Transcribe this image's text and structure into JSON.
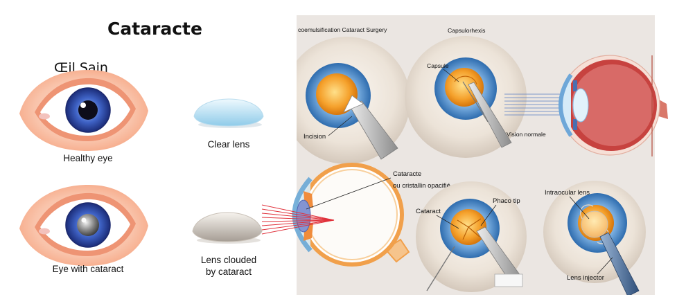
{
  "title": "Cataracte",
  "left": {
    "healthy_heading": "Œil Sain",
    "healthy_eye_caption": "Healthy eye",
    "clear_lens_caption": "Clear lens",
    "cataract_eye_caption": "Eye with cataract",
    "clouded_lens_caption": [
      "Lens clouded",
      "by cataract"
    ]
  },
  "surgery_panel": {
    "phaco": {
      "title": "coemulsification Cataract Surgery",
      "incision_label": "Incision"
    },
    "capsulorhexis": {
      "title": "Capsulorhexis",
      "capsule_label": "Capsule"
    },
    "vision_label": "Vision normale",
    "cataract_callout": [
      "Cataracte",
      "ou cristallin opacifié"
    ],
    "phaco_step": {
      "cataract_label": "Cataract",
      "tip_label": "Phaco tip"
    },
    "iol_step": {
      "lens_label": "Intraocular lens",
      "injector_label": "Lens injector"
    }
  },
  "colors": {
    "panel_bg": "#ebe6e2",
    "eyelid": "#ee9474",
    "iris": "#3f63c6",
    "cataract_pupil": "#8a8a8a",
    "lens_orange": "#f5a12c",
    "sclera_outline": "#f1a04b",
    "laser": "#e0303a",
    "light_rays": "#5b7fc4"
  }
}
